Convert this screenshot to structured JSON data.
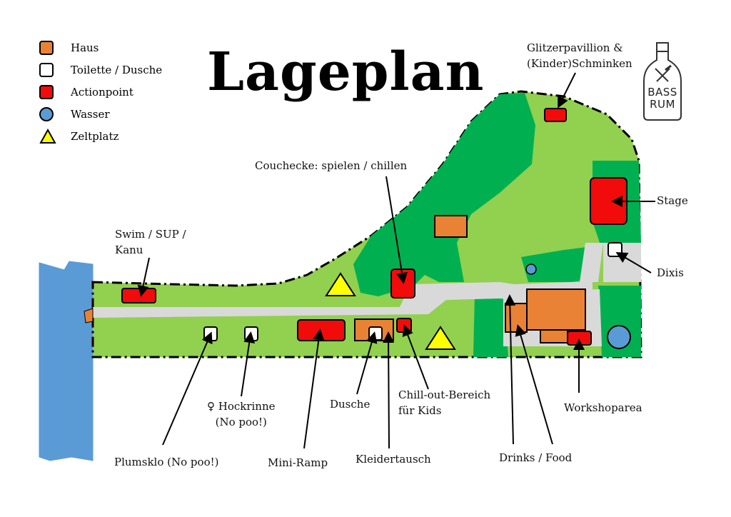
{
  "title": "Lageplan",
  "logo": {
    "line1": "BASS",
    "line2": "RUM"
  },
  "legend": [
    {
      "label": "Haus",
      "shape": "square",
      "color": "#E98235"
    },
    {
      "label": "Toilette / Dusche",
      "shape": "square",
      "color": "#FFFFFF"
    },
    {
      "label": "Actionpoint",
      "shape": "square",
      "color": "#F20B0B"
    },
    {
      "label": "Wasser",
      "shape": "circle",
      "color": "#5B9BD5"
    },
    {
      "label": "Zeltplatz",
      "shape": "triangle",
      "color": "#FFFF00"
    }
  ],
  "labels": {
    "glitzer_line1": "Glitzerpavillion &",
    "glitzer_line2": "(Kinder)Schminken",
    "couchecke": "Couchecke: spielen / chillen",
    "stage": "Stage",
    "dixis": "Dixis",
    "swim_line1": "Swim / SUP /",
    "swim_line2": "Kanu",
    "hockrinne_line1": "♀ Hockrinne",
    "hockrinne_line2": "(No poo!)",
    "dusche": "Dusche",
    "chill_line1": "Chill-out-Bereich",
    "chill_line2": "für Kids",
    "workshop": "Workshoparea",
    "plumsklo": "Plumsklo (No poo!)",
    "miniramp": "Mini-Ramp",
    "kleidertausch": "Kleidertausch",
    "drinks": "Drinks / Food"
  },
  "colors": {
    "light_green": "#92D050",
    "dark_green": "#00B050",
    "path_gray": "#D9D9D9",
    "water": "#5B9BD5",
    "haus": "#E98235",
    "action": "#F20B0B",
    "zelt": "#FFFF00"
  }
}
